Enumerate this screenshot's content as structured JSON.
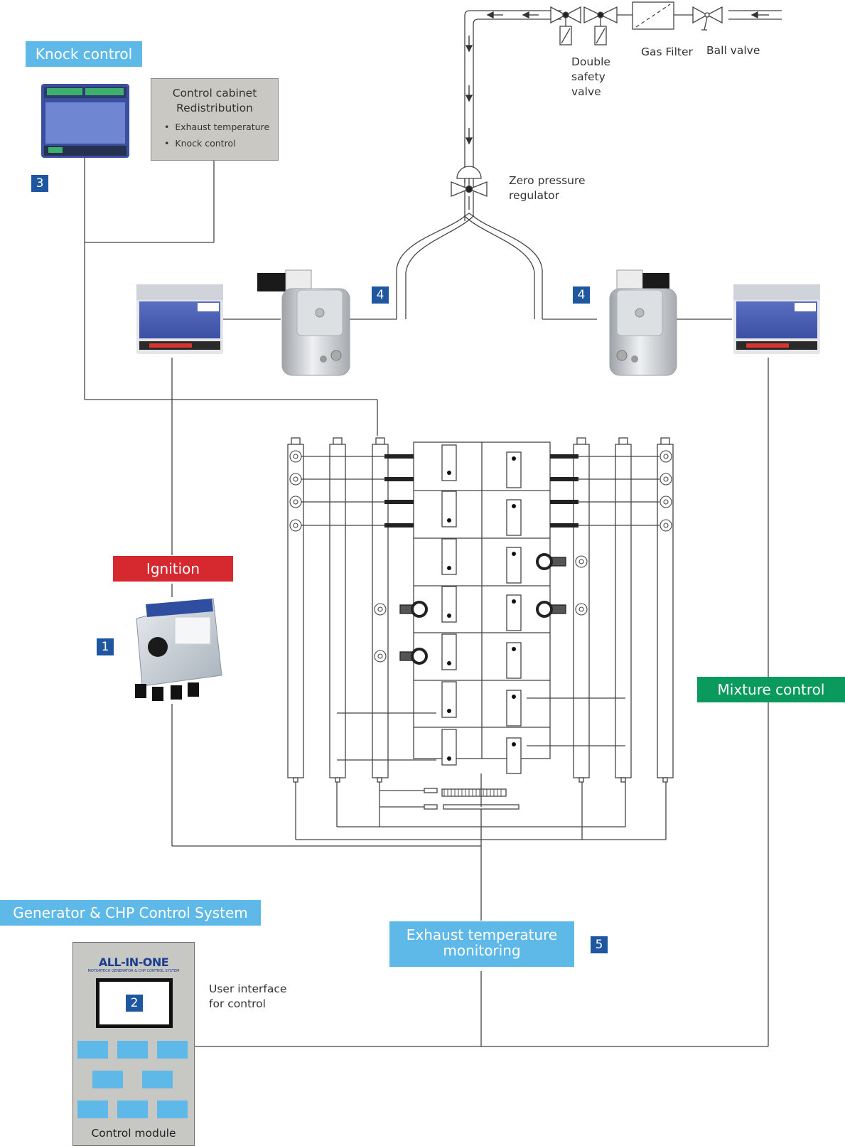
{
  "sections": {
    "knock_control": "Knock control",
    "ignition": "Ignition",
    "mixture_control": "Mixture control",
    "generator_chp": "Generator & CHP Control System",
    "exhaust_line1": "Exhaust temperature",
    "exhaust_line2": "monitoring"
  },
  "markers": {
    "m1": "1",
    "m2": "2",
    "m3": "3",
    "m4a": "4",
    "m4b": "4",
    "m5": "5"
  },
  "cabinet": {
    "title_line1": "Control cabinet",
    "title_line2": "Redistribution",
    "items": [
      "Exhaust temperature",
      "Knock control"
    ]
  },
  "gas_train": {
    "double_valve_line1": "Double",
    "double_valve_line2": "safety",
    "double_valve_line3": "valve",
    "gas_filter": "Gas Filter",
    "ball_valve": "Ball valve",
    "regulator_line1": "Zero pressure",
    "regulator_line2": "regulator"
  },
  "control_module": {
    "brand": "ALL-IN-ONE",
    "brand_sub": "MOTORTECH GENERATOR & CHP CONTROL SYSTEM",
    "ui_line1": "User interface",
    "ui_line2": "for control",
    "label": "Control module"
  },
  "colors": {
    "section_blue": "#5fb9e8",
    "ignition_red": "#d5282f",
    "mixture_green": "#0a9a5e",
    "marker_blue": "#1e56a0",
    "cabinet_grey": "#c9c8c3"
  },
  "icons": [
    "detonation-control-device",
    "variable-venturi-mixer",
    "ignition-controller",
    "gas-mixer-valve"
  ]
}
